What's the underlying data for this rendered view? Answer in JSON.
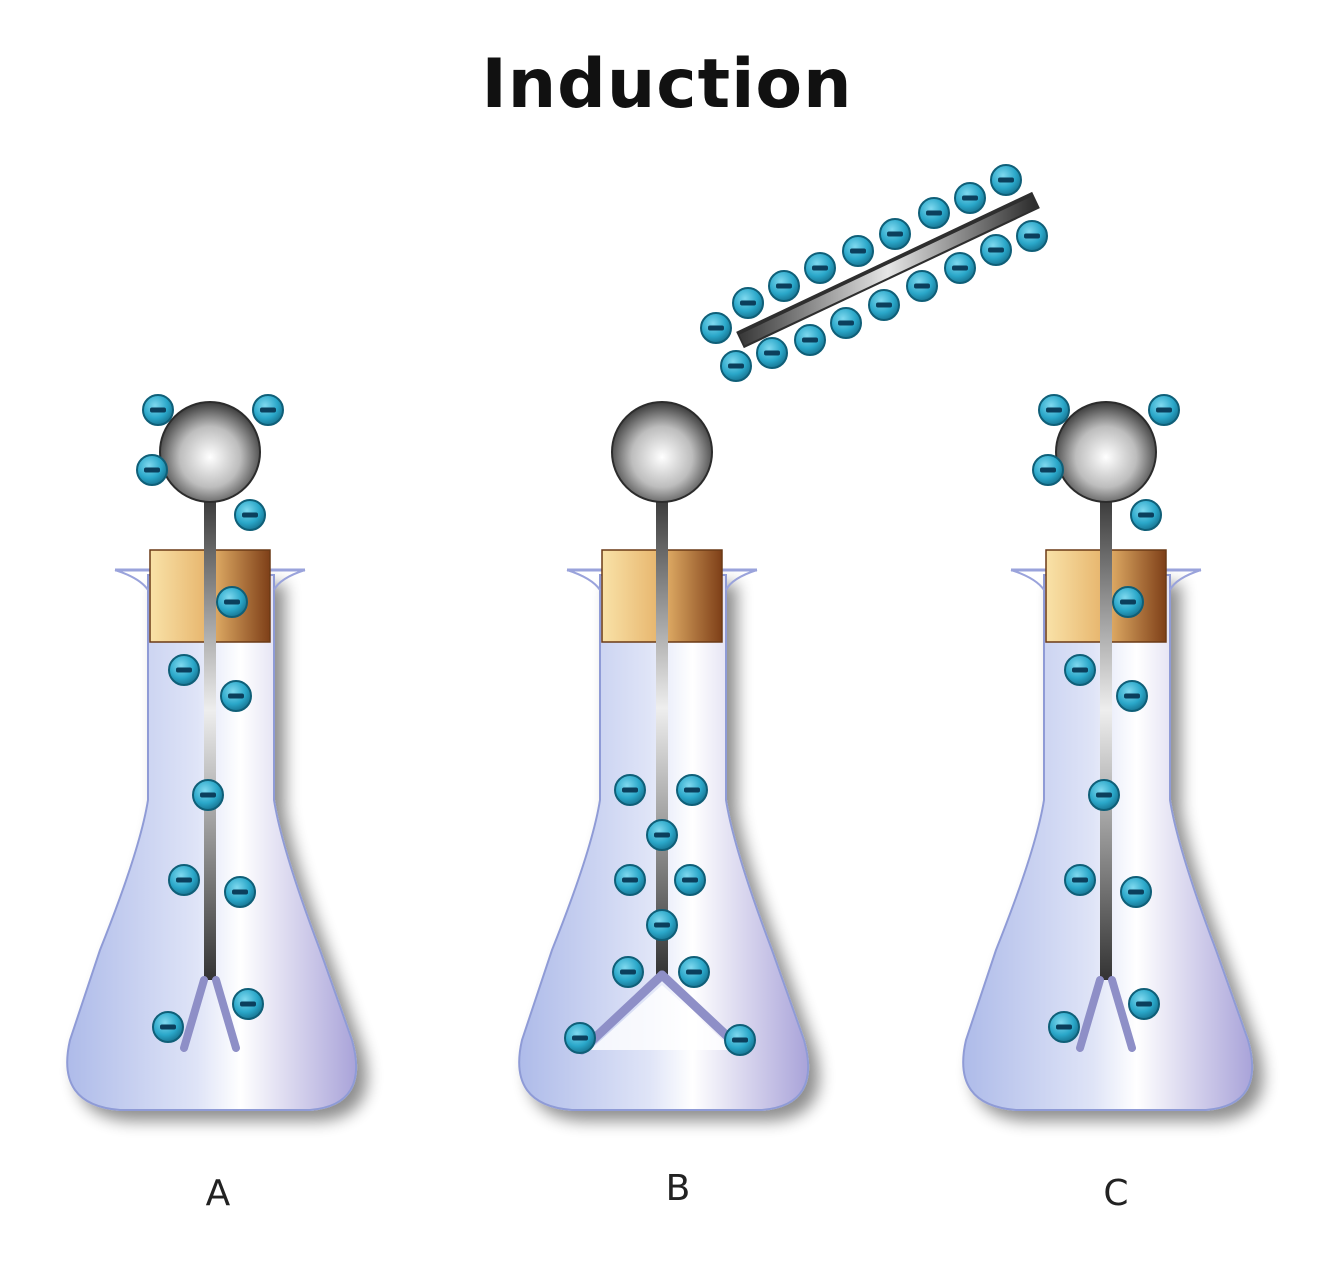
{
  "title": "Induction",
  "electron_symbol": "−",
  "flasks": [
    {
      "label": "A"
    },
    {
      "label": "B"
    },
    {
      "label": "C"
    }
  ],
  "colors": {
    "electron_fill": "#2aa7c9",
    "flask_glass": "#c9d2f3",
    "metal_rod": "#3c3c3c",
    "stopper_light": "#f6d99a",
    "stopper_dark": "#8a4a1e"
  }
}
